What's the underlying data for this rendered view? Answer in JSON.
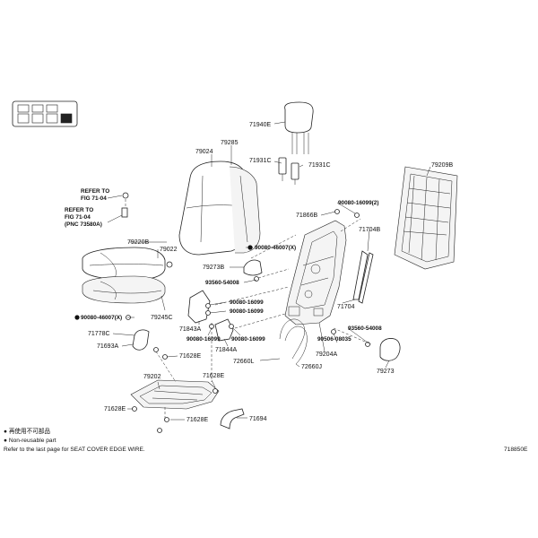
{
  "labels": {
    "p71940e": "71940E",
    "p79285": "79285",
    "p79024": "79024",
    "p71931c_l": "71931C",
    "p71931c_r": "71931C",
    "p79209b": "79209B",
    "p90080_16099_2": "90080-16099(2)",
    "p71866b": "71866B",
    "p71704b": "71704B",
    "p79220b": "79220B",
    "p79022": "79022",
    "p90080_46007_x_a": "90080-46007(X)",
    "p79273b": "79273B",
    "p93560_54008_a": "93560-54008",
    "p90080_46007_x_b": "90080-46007(X)",
    "p79245c": "79245C",
    "p90080_16099_a": "90080-16099",
    "p90080_16099_b": "90080-16099",
    "p71843a": "71843A",
    "p90080_16099_c": "90080-16099",
    "p90080_16099_d": "90080-16099",
    "p71704": "71704",
    "p71778c": "71778C",
    "p71693a": "71693A",
    "p71844a": "71844A",
    "p79204a": "79204A",
    "p90506_08035": "90506-08035",
    "p93560_54008_b": "93560-54008",
    "p71628e_a": "71628E",
    "p72660l": "72660L",
    "p72660j": "72660J",
    "p79273": "79273",
    "p79202": "79202",
    "p71628e_b": "71628E",
    "p71628e_c": "71628E",
    "p71628e_d": "71628E",
    "p71694": "71694",
    "ref_a_1": "REFER TO",
    "ref_a_2": "FIG 71-04",
    "ref_b_1": "REFER TO",
    "ref_b_2": "FIG 71-04",
    "ref_b_3": "(PNC 73580A)"
  },
  "legend": {
    "line1": "● 再使用不可部品",
    "line2": "● Non-reusable part",
    "line3": "Refer to the last page for SEAT COVER EDGE WIRE."
  },
  "figure_code": "718850E"
}
